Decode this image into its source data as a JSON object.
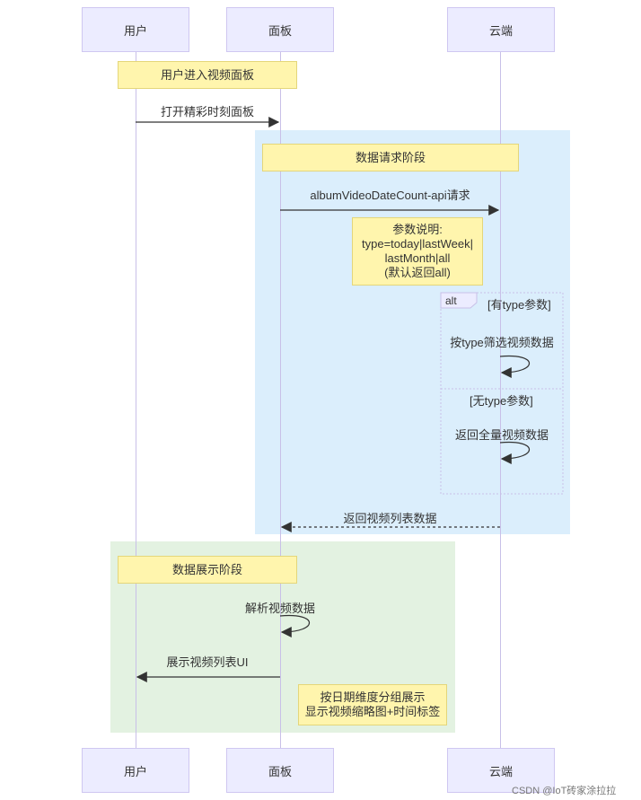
{
  "actors": {
    "user": "用户",
    "panel": "面板",
    "cloud": "云端"
  },
  "notes": {
    "enter_panel": "用户进入视频面板",
    "request_stage": "数据请求阶段",
    "param_lines": [
      "参数说明:",
      "type=today|lastWeek|",
      "lastMonth|all",
      "(默认返回all)"
    ],
    "display_stage": "数据展示阶段",
    "group_lines": [
      "按日期维度分组展示",
      "显示视频缩略图+时间标签"
    ]
  },
  "messages": {
    "open_highlights": "打开精彩时刻面板",
    "api_request": "albumVideoDateCount-api请求",
    "filter_by_type": "按type筛选视频数据",
    "return_all": "返回全量视频数据",
    "return_list": "返回视频列表数据",
    "parse_data": "解析视频数据",
    "show_list_ui": "展示视频列表UI"
  },
  "alt": {
    "keyword": "alt",
    "cond_has_type": "[有type参数]",
    "cond_no_type": "[无type参数]"
  },
  "footer": {
    "credit": "CSDN @IoT砖家涂拉拉"
  },
  "colors": {
    "actor_fill": "#ececff",
    "note_fill": "#fff5ad",
    "request_region": "#dbeefc",
    "display_region": "#e3f2e1",
    "lifeline": "#c8c0e8"
  }
}
